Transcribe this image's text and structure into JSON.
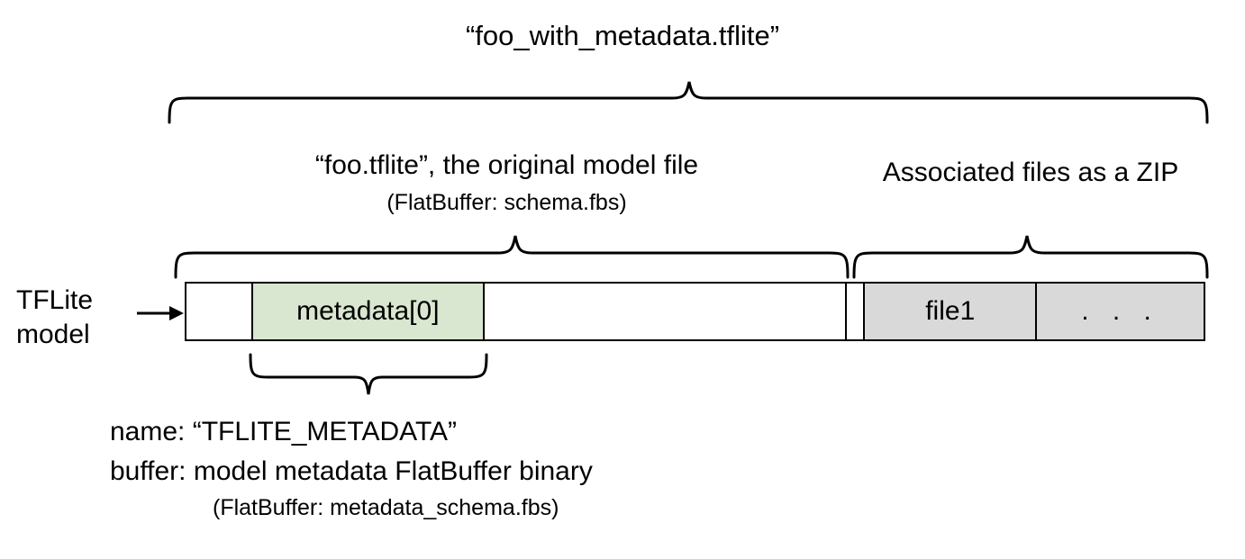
{
  "diagram": {
    "title": "“foo_with_metadata.tflite”",
    "left_caption": "TFLite\nmodel",
    "sections": [
      {
        "name": "original-model",
        "label_main": "“foo.tflite”, the original model file",
        "label_sub": "(FlatBuffer: schema.fbs)"
      },
      {
        "name": "associated-files",
        "label_main": "Associated files as a ZIP",
        "label_sub": ""
      }
    ],
    "bar_cells": [
      {
        "label": "",
        "fill": "white"
      },
      {
        "label": "metadata[0]",
        "fill": "green"
      },
      {
        "label": "",
        "fill": "white"
      },
      {
        "label": "",
        "fill": "white"
      },
      {
        "label": "file1",
        "fill": "gray"
      },
      {
        "label": ". . .",
        "fill": "gray"
      }
    ],
    "metadata_note": {
      "line1": "name: “TFLITE_METADATA”",
      "line2": "buffer: model metadata FlatBuffer binary",
      "line3": "(FlatBuffer: metadata_schema.fbs)"
    },
    "colors": {
      "metadata_cell": "#d9e7d0",
      "zip_cell": "#d9d9d9",
      "stroke": "#000000",
      "background": "#ffffff"
    },
    "icons": {
      "arrow": "right-arrow-icon",
      "brace_top": "curly-brace-icon",
      "brace_model": "curly-brace-icon",
      "brace_zip": "curly-brace-icon",
      "brace_metadata": "curly-brace-down-icon"
    }
  }
}
